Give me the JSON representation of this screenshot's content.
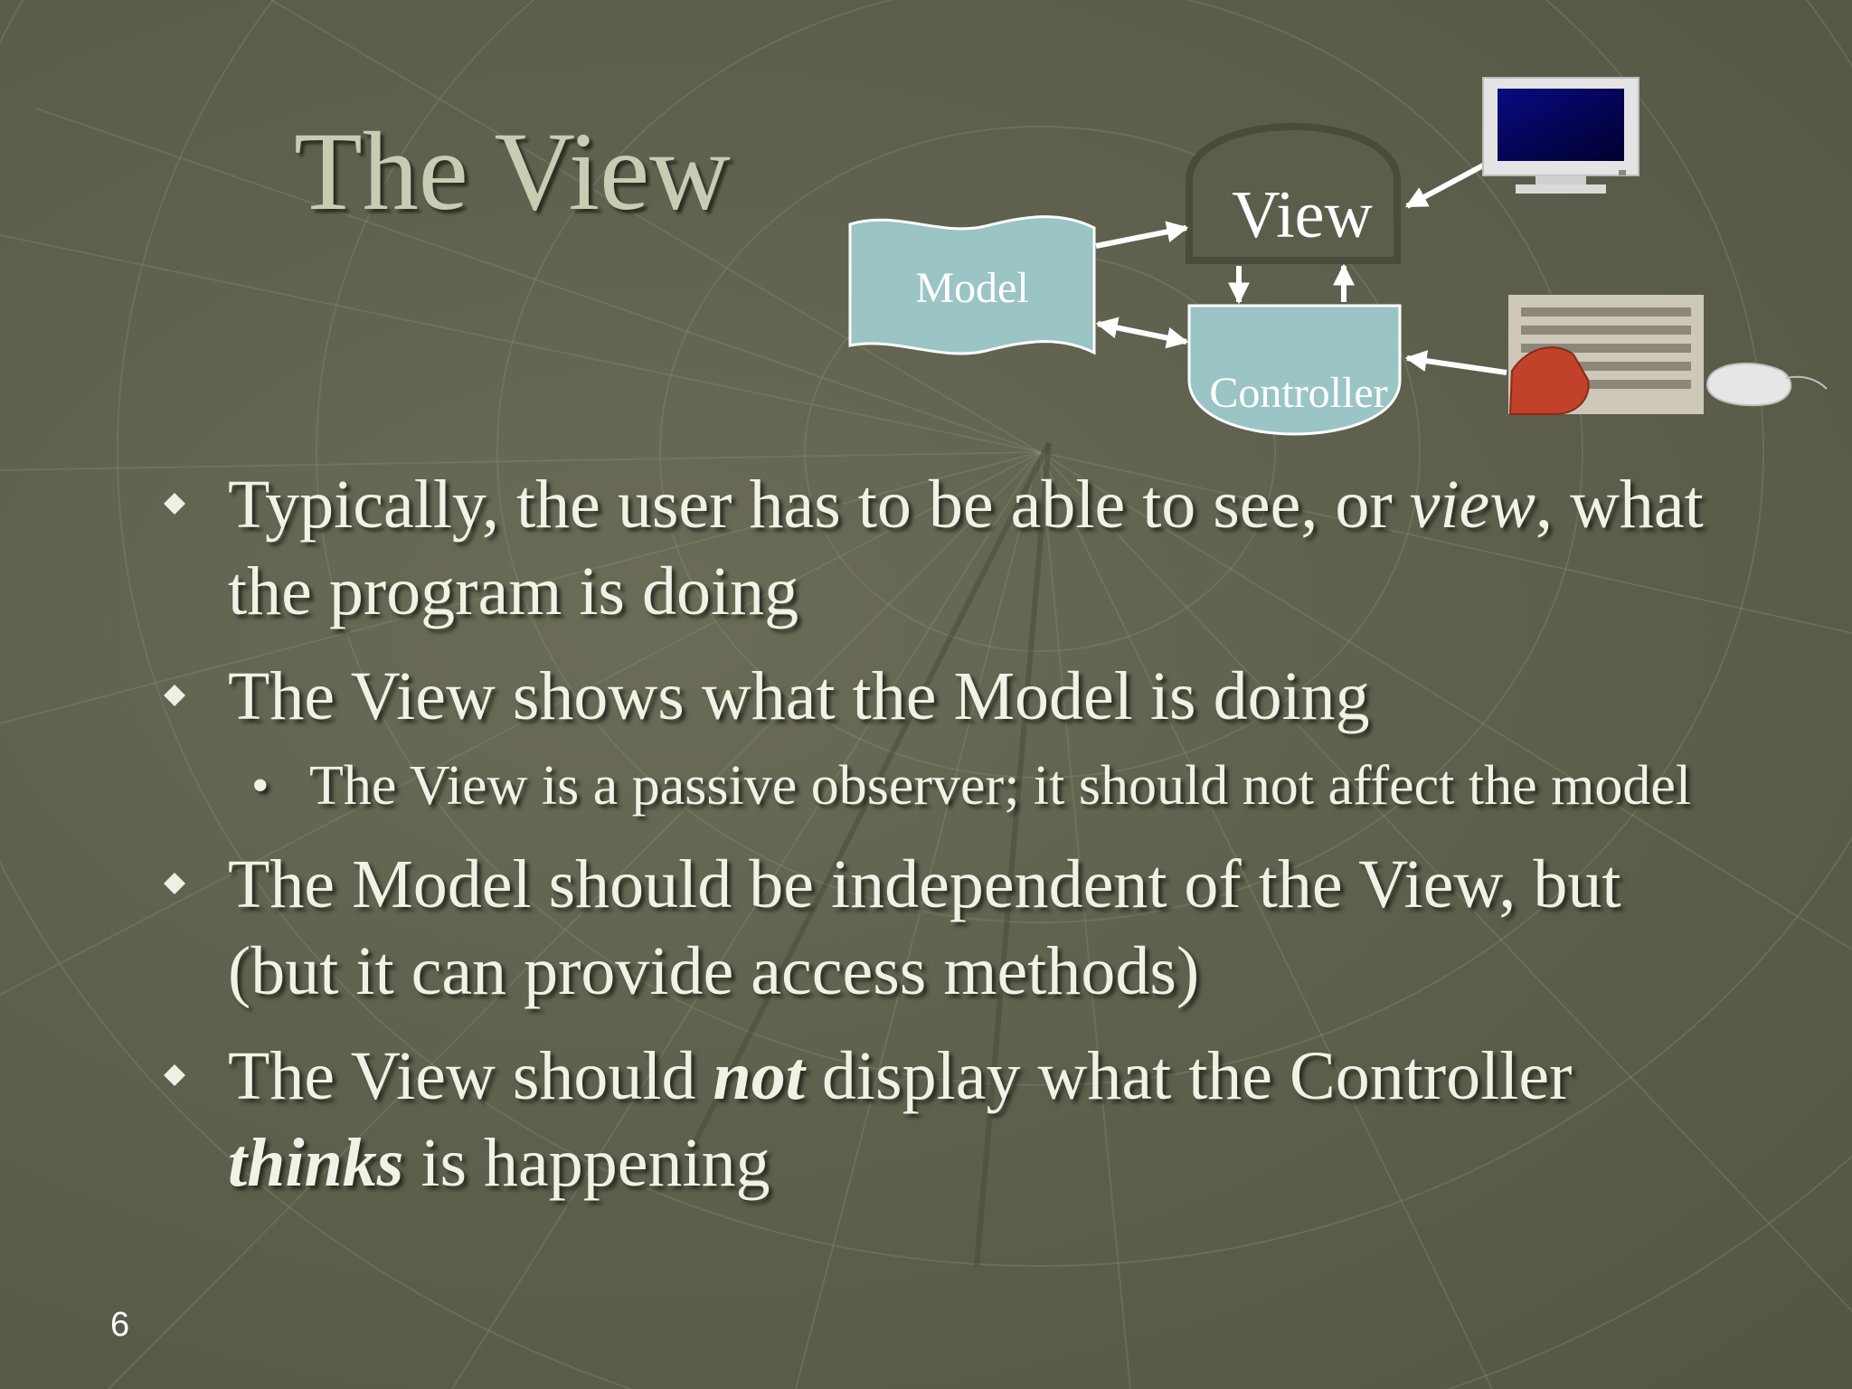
{
  "slide": {
    "title": "The View",
    "page_number": "6"
  },
  "diagram": {
    "model_label": "Model",
    "view_label": "View",
    "controller_label": "Controller",
    "icons": [
      "monitor-icon",
      "keyboard-hand-icon",
      "mouse-icon"
    ],
    "colors": {
      "shape_fill": "#9bc4c4",
      "shape_stroke": "#ffffff",
      "view_stroke": "#4a4b3b"
    }
  },
  "bullets": {
    "b1_part1": "Typically, the user has to be able to see, or ",
    "b1_em": "view",
    "b1_part2": ", what the program is doing",
    "b2": "The View shows what the Model is doing",
    "b2_sub": "The View is a passive observer; it should not affect the model",
    "b3": "The Model should be independent of the View, but (but it can provide access methods)",
    "b4_part1": "The View should ",
    "b4_strong": "not",
    "b4_part2": " display what the Controller ",
    "b4_strong2": "thinks",
    "b4_part3": " is happening"
  },
  "colors": {
    "background": "#5f604e",
    "title": "#c9ccb3",
    "text": "#f1f1e6"
  }
}
